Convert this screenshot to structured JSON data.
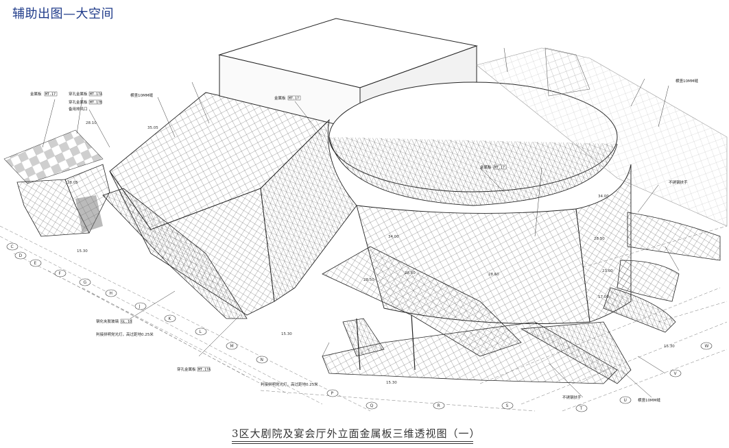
{
  "page_title": "辅助出图—大空间",
  "caption": "3区大剧院及宴会厅外立面金属板三维透视图（一）",
  "annotations": [
    {
      "text": "金属板",
      "tag": "MT.17"
    },
    {
      "text": "穿孔金属板",
      "tag": "MT.17A"
    },
    {
      "text": "穿孔金属板",
      "tag": "MT.17B"
    },
    {
      "text": "备用排风口",
      "tag": ""
    },
    {
      "text": "横竖10MM缝",
      "tag": ""
    },
    {
      "text": "横竖10MM缝",
      "tag": ""
    },
    {
      "text": "不锈钢扶手",
      "tag": ""
    },
    {
      "text": "不锈钢扶手",
      "tag": ""
    },
    {
      "text": "钢化夹胶玻璃",
      "tag": "GL.10"
    },
    {
      "text": "判接拼明党光灯，高过距地0.25米",
      "tag": ""
    },
    {
      "text": "判接拼明党光灯，高过距地0.25米",
      "tag": ""
    },
    {
      "text": "金属板",
      "tag": "MT.17"
    },
    {
      "text": "金属板",
      "tag": "MT.17"
    },
    {
      "text": "穿孔金属板",
      "tag": "MT.17A"
    },
    {
      "text": "横竖10MM缝",
      "tag": ""
    }
  ],
  "elevations": [
    "35.05",
    "28.10",
    "28.05",
    "15.30",
    "34.00",
    "28.50",
    "28.60",
    "34.00",
    "28.50",
    "23.00",
    "17.00",
    "15.30",
    "15.30",
    "15.30",
    "28.50"
  ],
  "axis_markers": [
    "C",
    "D",
    "E",
    "F",
    "G",
    "H",
    "J",
    "K",
    "L",
    "M",
    "N",
    "P",
    "Q",
    "R",
    "S",
    "T",
    "U",
    "V",
    "W"
  ],
  "colors": {
    "title": "#1f3b8a",
    "line": "#222222",
    "hatch": "#999999",
    "checker": "#c8c8c8"
  }
}
